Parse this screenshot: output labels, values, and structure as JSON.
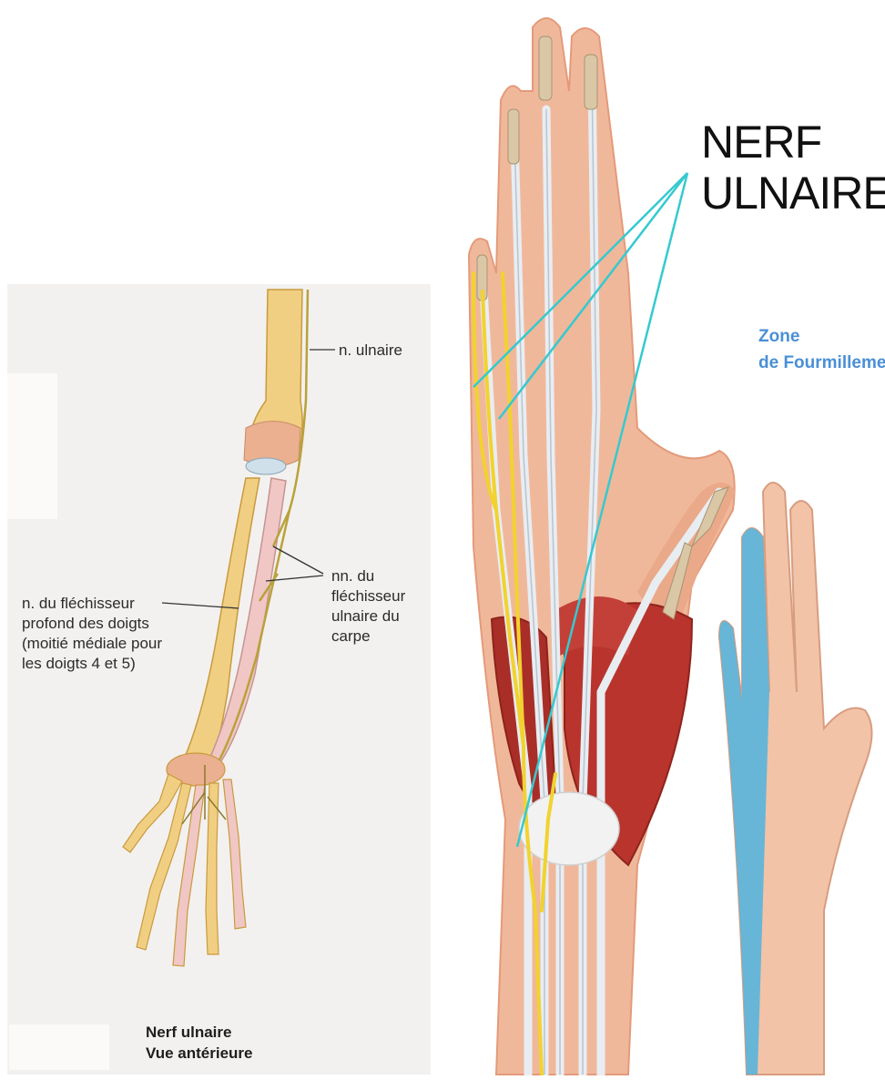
{
  "left_figure": {
    "label_nerve": "n. ulnaire",
    "label_fds": [
      "n. du fléchisseur",
      "profond des doigts",
      "(moitié médiale pour",
      "les doigts 4 et 5)"
    ],
    "label_fcu": [
      "nn. du",
      "fléchisseur",
      "ulnaire du",
      "carpe"
    ],
    "caption": [
      "Nerf ulnaire",
      "Vue antérieure"
    ]
  },
  "right_figure": {
    "title": [
      "NERF",
      "ULNAIRE"
    ],
    "zone": [
      "Zone",
      "de Fourmillement"
    ]
  },
  "colors": {
    "nerve_yellow": "#f2d22e",
    "pointer_cyan": "#35c9d0",
    "zone_blue": "#5fb5d9",
    "zone_text": "#4a8fd6",
    "skin": "#f0b89a",
    "muscle": "#b8342c"
  }
}
